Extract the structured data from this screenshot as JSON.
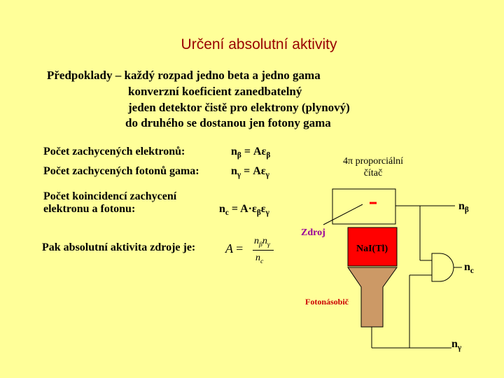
{
  "title": "Určení absolutní aktivity",
  "assumptions": [
    "Předpoklady – každý rozpad jedno beta a jedno gama",
    "konverzní koeficient zanedbatelný",
    "jeden detektor čistě pro elektrony (plynový)",
    "do druhého se dostanou jen fotony gama"
  ],
  "rows": {
    "electrons_label": "Počet zachycených elektronů:",
    "photons_label": "Počet zachycených fotonů gama:",
    "coinc_label_1": "Počet koincidencí zachycení",
    "coinc_label_2": "elektronu a fotonu:",
    "activity_label": "Pak absolutní aktivita zdroje je:"
  },
  "equations": {
    "n_beta": {
      "lhs": "n",
      "lhs_sub": "β",
      "eq": " = Aε",
      "rhs_sub": "β"
    },
    "n_gamma": {
      "lhs": "n",
      "lhs_sub": "γ",
      "eq": " = Aε",
      "rhs_sub": "γ"
    },
    "n_c": {
      "lhs": "n",
      "lhs_sub": "c",
      "eq": " = A·ε",
      "mid_sub": "β",
      "mid": "ε",
      "rhs_sub": "γ"
    },
    "activity": {
      "A": "A",
      "equals": "=",
      "num_n1": "n",
      "num_s1": "β",
      "num_n2": "n",
      "num_s2": "γ",
      "den_n": "n",
      "den_s": "c"
    }
  },
  "diagram": {
    "counter_label_1": "4π proporciální",
    "counter_label_2": "čítač",
    "source_label": "Zdroj",
    "crystal_label": "NaI(Tl)",
    "pmt_label": "Fotonásobič",
    "out_beta": {
      "n": "n",
      "sub": "β"
    },
    "out_coinc": {
      "n": "n",
      "sub": "c"
    },
    "out_gamma": {
      "n": "n",
      "sub": "γ"
    }
  },
  "colors": {
    "background": "#FFFF99",
    "title": "#990000",
    "crystal": "#FF0000",
    "pmt": "#CC9966",
    "source": "#990099",
    "pmt_label": "#CC0000",
    "source_marker": "#FF0000"
  }
}
